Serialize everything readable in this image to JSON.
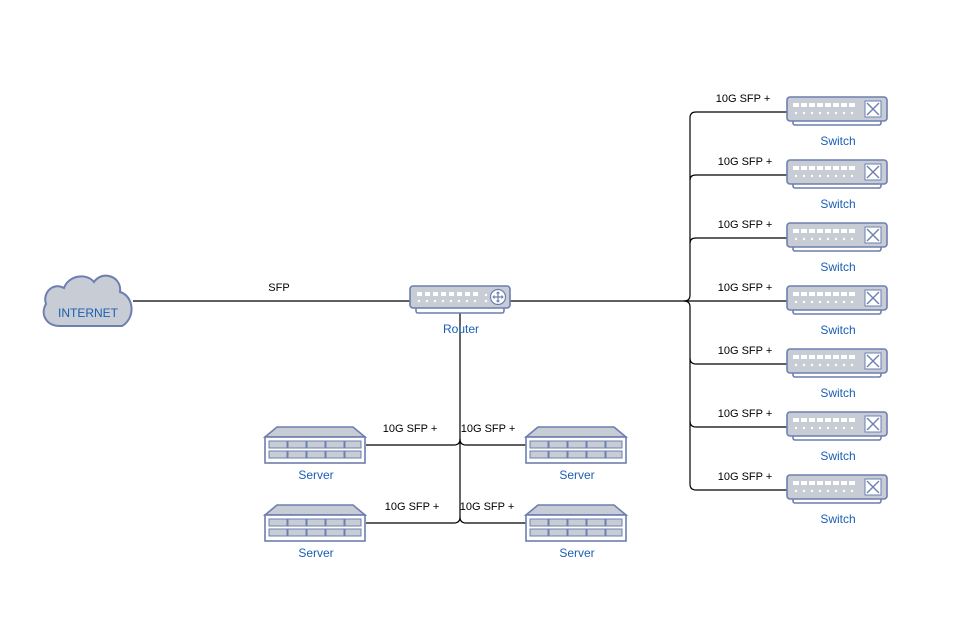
{
  "internet": {
    "label": "INTERNET"
  },
  "router": {
    "label": "Router"
  },
  "uplink_label": "SFP",
  "switches": [
    {
      "label": "Switch",
      "link_label": "10G SFP +"
    },
    {
      "label": "Switch",
      "link_label": "10G SFP +"
    },
    {
      "label": "Switch",
      "link_label": "10G SFP +"
    },
    {
      "label": "Switch",
      "link_label": "10G SFP +"
    },
    {
      "label": "Switch",
      "link_label": "10G SFP +"
    },
    {
      "label": "Switch",
      "link_label": "10G SFP +"
    },
    {
      "label": "Switch",
      "link_label": "10G SFP +"
    }
  ],
  "servers": [
    {
      "label": "Server",
      "link_label": "10G SFP +"
    },
    {
      "label": "Server",
      "link_label": "10G SFP +"
    },
    {
      "label": "Server",
      "link_label": "10G SFP +"
    },
    {
      "label": "Server",
      "link_label": "10G SFP +"
    }
  ],
  "colors": {
    "device_fill": "#c8ccd4",
    "device_stroke": "#6d7fb1",
    "label": "#1a5fb4",
    "link": "#000000"
  }
}
